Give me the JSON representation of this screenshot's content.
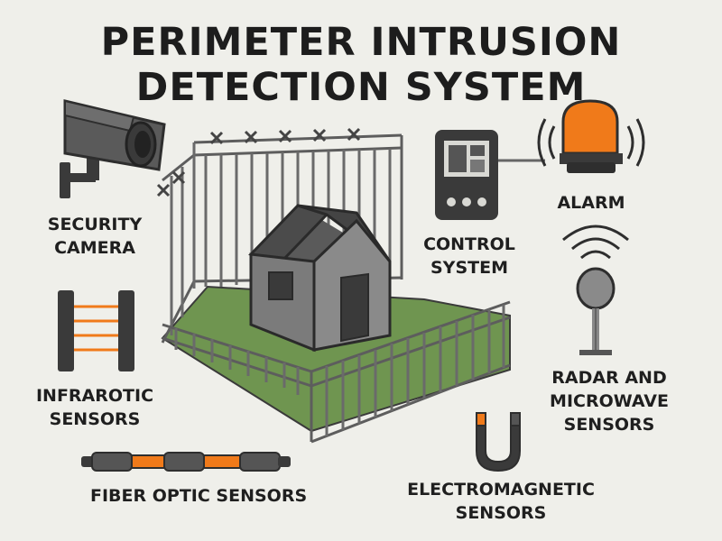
{
  "title": {
    "line1": "PERIMETER INTRUSION",
    "line2": "DETECTION SYSTEM"
  },
  "components": {
    "security_camera": {
      "line1": "SECURITY",
      "line2": "CAMERA",
      "icon": "security-camera-icon"
    },
    "infrared": {
      "line1": "INFRAROTIC",
      "line2": "SENSORS",
      "icon": "infrared-beam-icon"
    },
    "fiber_optic": {
      "label": "FIBER OPTIC SENSORS",
      "icon": "fiber-optic-cable-icon"
    },
    "control": {
      "line1": "CONTROL",
      "line2": "SYSTEM",
      "icon": "control-panel-icon"
    },
    "alarm": {
      "label": "ALARM",
      "icon": "alarm-beacon-icon"
    },
    "radar": {
      "line1": "RADAR AND",
      "line2": "MICROWAVE",
      "line3": "SENSORS",
      "icon": "radar-antenna-icon"
    },
    "electromagnetic": {
      "line1": "ELECTROMAGNETIC",
      "line2": "SENSORS",
      "icon": "magnet-icon"
    }
  },
  "colors": {
    "dark": "#2e2e2e",
    "gray": "#7a7a7a",
    "orange": "#f07a1a",
    "grass": "#6f9550",
    "background": "#efefea"
  }
}
